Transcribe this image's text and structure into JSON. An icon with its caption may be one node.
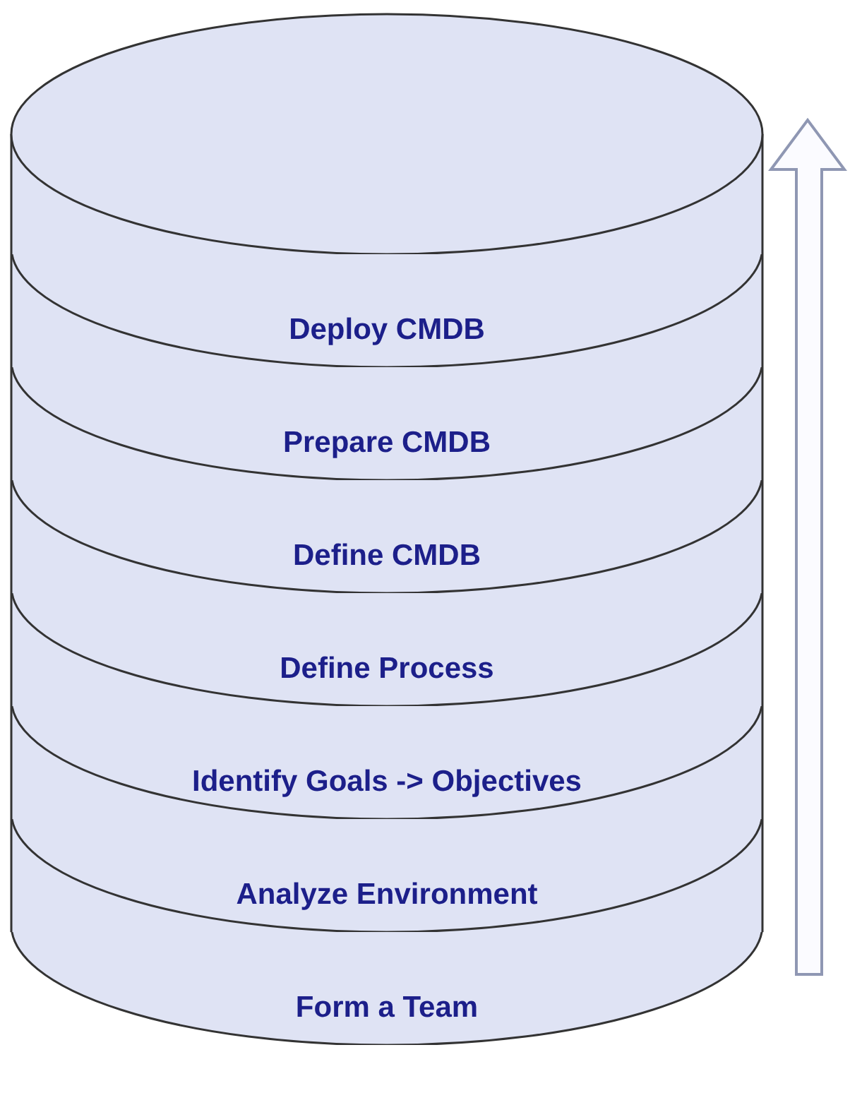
{
  "diagram": {
    "nodes": [
      {
        "text": [],
        "shape": "ellipse"
      },
      {
        "text": [
          "Deploy CMDB"
        ]
      },
      {
        "text": [
          "Prepare CMDB"
        ]
      },
      {
        "text": [
          "Define CMDB"
        ]
      },
      {
        "text": [
          "Define Process"
        ]
      },
      {
        "text": [
          "Identify Goals -> Objectives"
        ]
      },
      {
        "text": [
          "Analyze Environment"
        ]
      },
      {
        "text": [
          "Form a Team"
        ]
      }
    ]
  }
}
